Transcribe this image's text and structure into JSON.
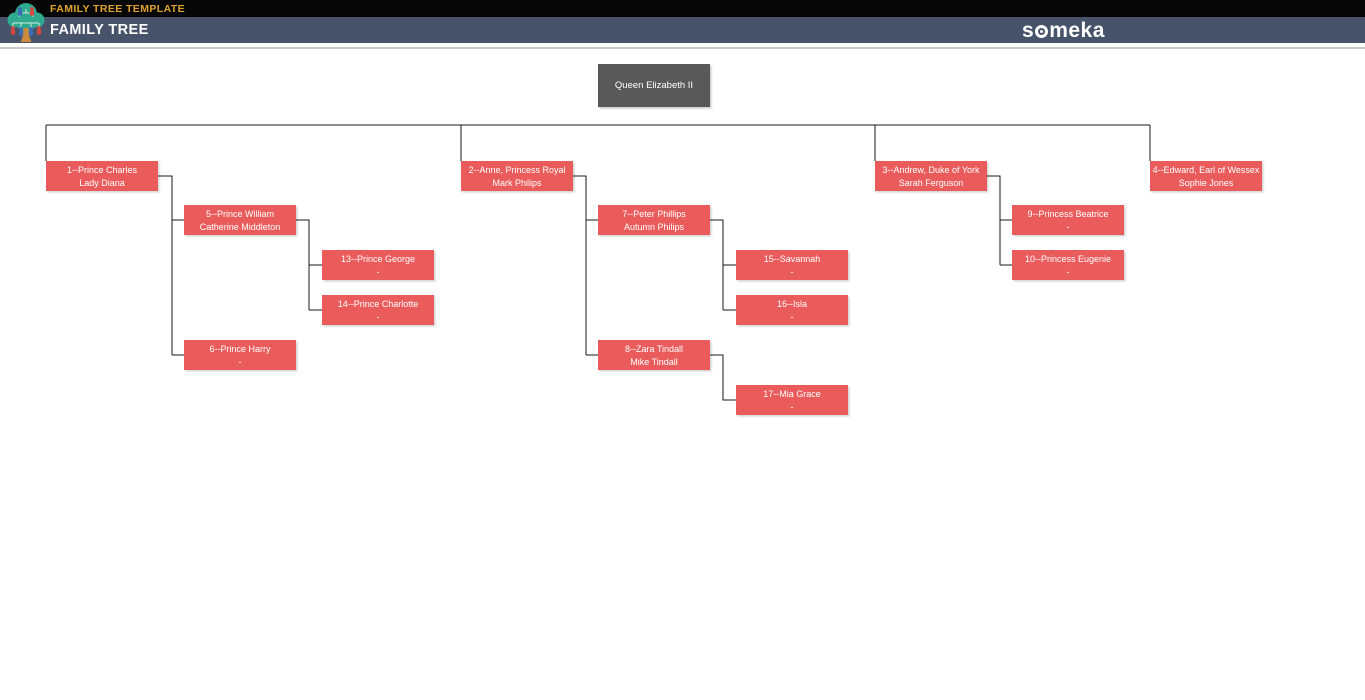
{
  "header": {
    "template_title": "FAMILY TREE TEMPLATE",
    "page_title": "FAMILY TREE",
    "brand_prefix": "s",
    "brand_suffix": "meka"
  },
  "colors": {
    "node_red": "#EA5C5C",
    "root_gray": "#595959",
    "header_black": "#070707",
    "header_slate": "#46536A",
    "accent_gold": "#DEA32C"
  },
  "tree": {
    "root": {
      "name": "Queen Elizabeth II"
    },
    "nodes": {
      "n1": {
        "line1": "1--Prince Charles",
        "line2": "Lady Diana"
      },
      "n2": {
        "line1": "2--Anne, Princess Royal",
        "line2": "Mark Philips"
      },
      "n3": {
        "line1": "3--Andrew, Duke of York",
        "line2": "Sarah Ferguson"
      },
      "n4": {
        "line1": "4--Edward, Earl of Wessex",
        "line2": "Sophie Jones"
      },
      "n5": {
        "line1": "5--Prince William",
        "line2": "Catherine Middleton"
      },
      "n6": {
        "line1": "6--Prince Harry",
        "line2": "-"
      },
      "n7": {
        "line1": "7--Peter Phillips",
        "line2": "Autumn Philips"
      },
      "n8": {
        "line1": "8--Zara Tindall",
        "line2": "Mike Tindall"
      },
      "n9": {
        "line1": "9--Princess Beatrice",
        "line2": "-"
      },
      "n10": {
        "line1": "10--Princess Eugenie",
        "line2": "-"
      },
      "n13": {
        "line1": "13--Prince George",
        "line2": "-"
      },
      "n14": {
        "line1": "14--Prince Charlotte",
        "line2": "-"
      },
      "n15": {
        "line1": "15--Savannah",
        "line2": "-"
      },
      "n16": {
        "line1": "16--Isla",
        "line2": "-"
      },
      "n17": {
        "line1": "17--Mia Grace",
        "line2": "-"
      }
    }
  }
}
